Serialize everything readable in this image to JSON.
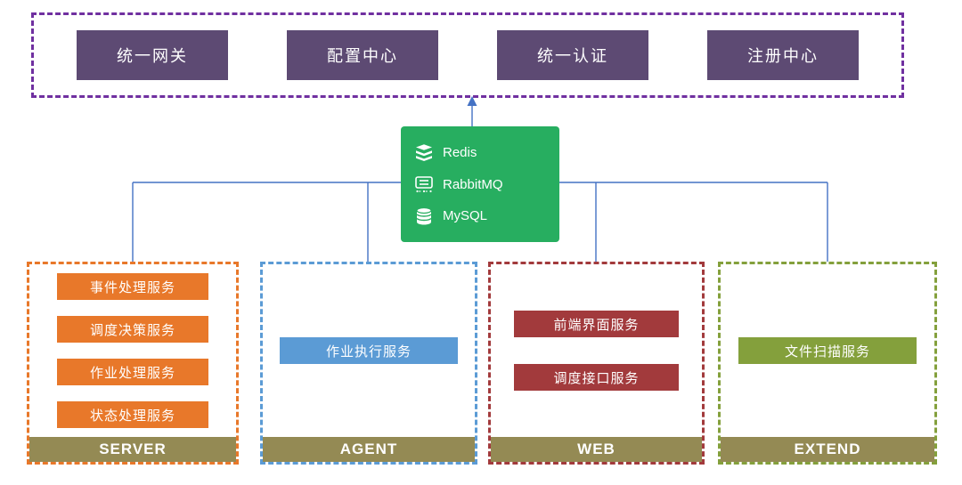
{
  "diagram": {
    "top_group": {
      "items": [
        {
          "label": "统一网关"
        },
        {
          "label": "配置中心"
        },
        {
          "label": "统一认证"
        },
        {
          "label": "注册中心"
        }
      ]
    },
    "middleware": {
      "items": [
        {
          "label": "Redis",
          "icon": "redis-icon"
        },
        {
          "label": "RabbitMQ",
          "icon": "rabbitmq-icon"
        },
        {
          "label": "MySQL",
          "icon": "mysql-icon"
        }
      ]
    },
    "groups": [
      {
        "name": "SERVER",
        "services": [
          "事件处理服务",
          "调度决策服务",
          "作业处理服务",
          "状态处理服务"
        ]
      },
      {
        "name": "AGENT",
        "services": [
          "作业执行服务"
        ]
      },
      {
        "name": "WEB",
        "services": [
          "前端界面服务",
          "调度接口服务"
        ]
      },
      {
        "name": "EXTEND",
        "services": [
          "文件扫描服务"
        ]
      }
    ]
  },
  "colors": {
    "top_border": "#7030a0",
    "top_box": "#5d4a73",
    "middleware_box": "#27ae60",
    "server_accent": "#e8782a",
    "agent_accent": "#5b9bd5",
    "web_accent": "#a23a3c",
    "extend_accent": "#84a03c",
    "label_bar": "#948a54",
    "connector": "#4472c4",
    "text": "#ffffff"
  }
}
